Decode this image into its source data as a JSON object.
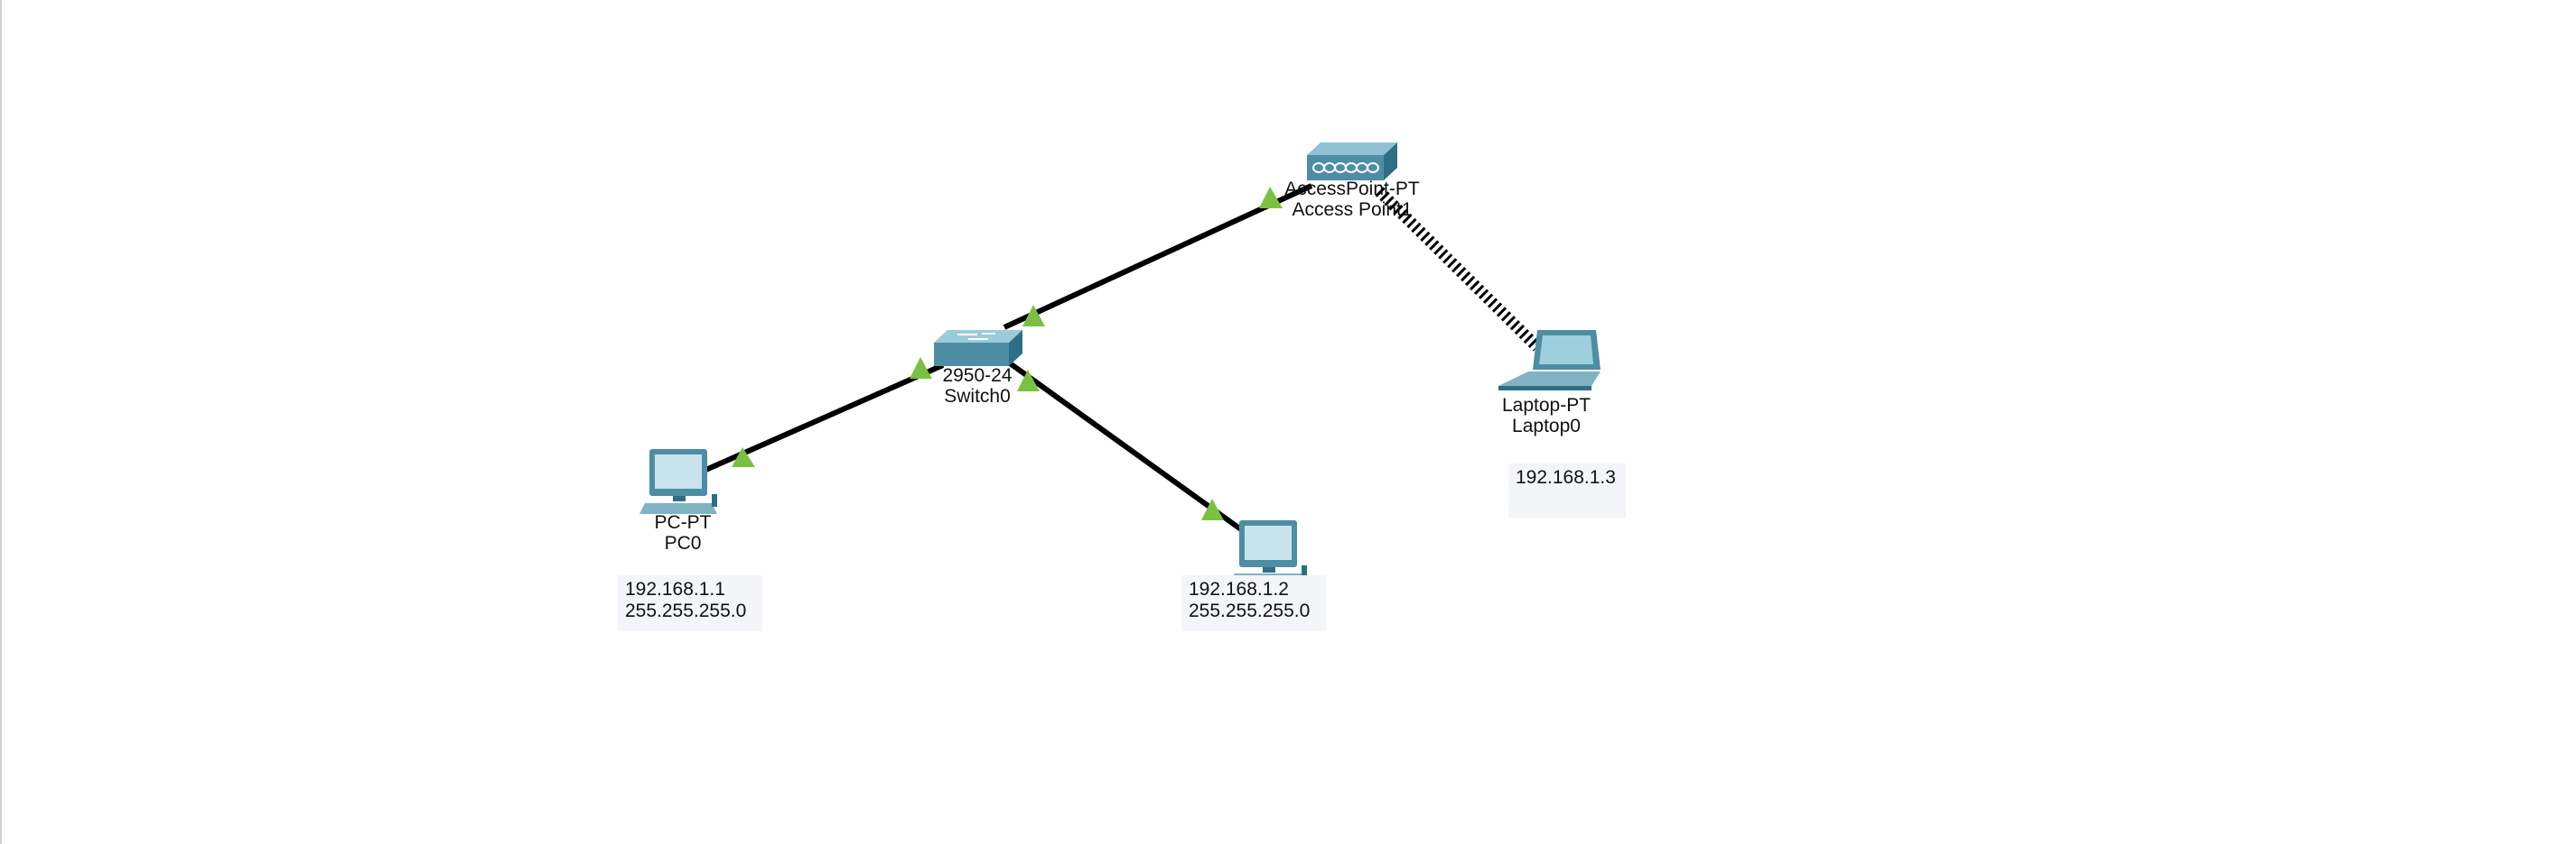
{
  "devices": {
    "pc0": {
      "model": "PC-PT",
      "name": "PC0"
    },
    "switch0": {
      "model": "2950-24",
      "name": "Switch0"
    },
    "ap": {
      "model": "AccessPoint-PT",
      "name": "Access Point1"
    },
    "laptop0": {
      "model": "Laptop-PT",
      "name": "Laptop0"
    }
  },
  "notes": {
    "pc0": {
      "ip": "192.168.1.1",
      "mask": "255.255.255.0"
    },
    "pc1": {
      "ip": "192.168.1.2",
      "mask": "255.255.255.0"
    },
    "laptop0": {
      "ip": "192.168.1.3"
    }
  },
  "colors": {
    "link": "#000000",
    "link_up": "#7ac143",
    "device": "#5e9bb0",
    "device_dark": "#2f6f85",
    "note_bg": "#f3f5f9"
  }
}
